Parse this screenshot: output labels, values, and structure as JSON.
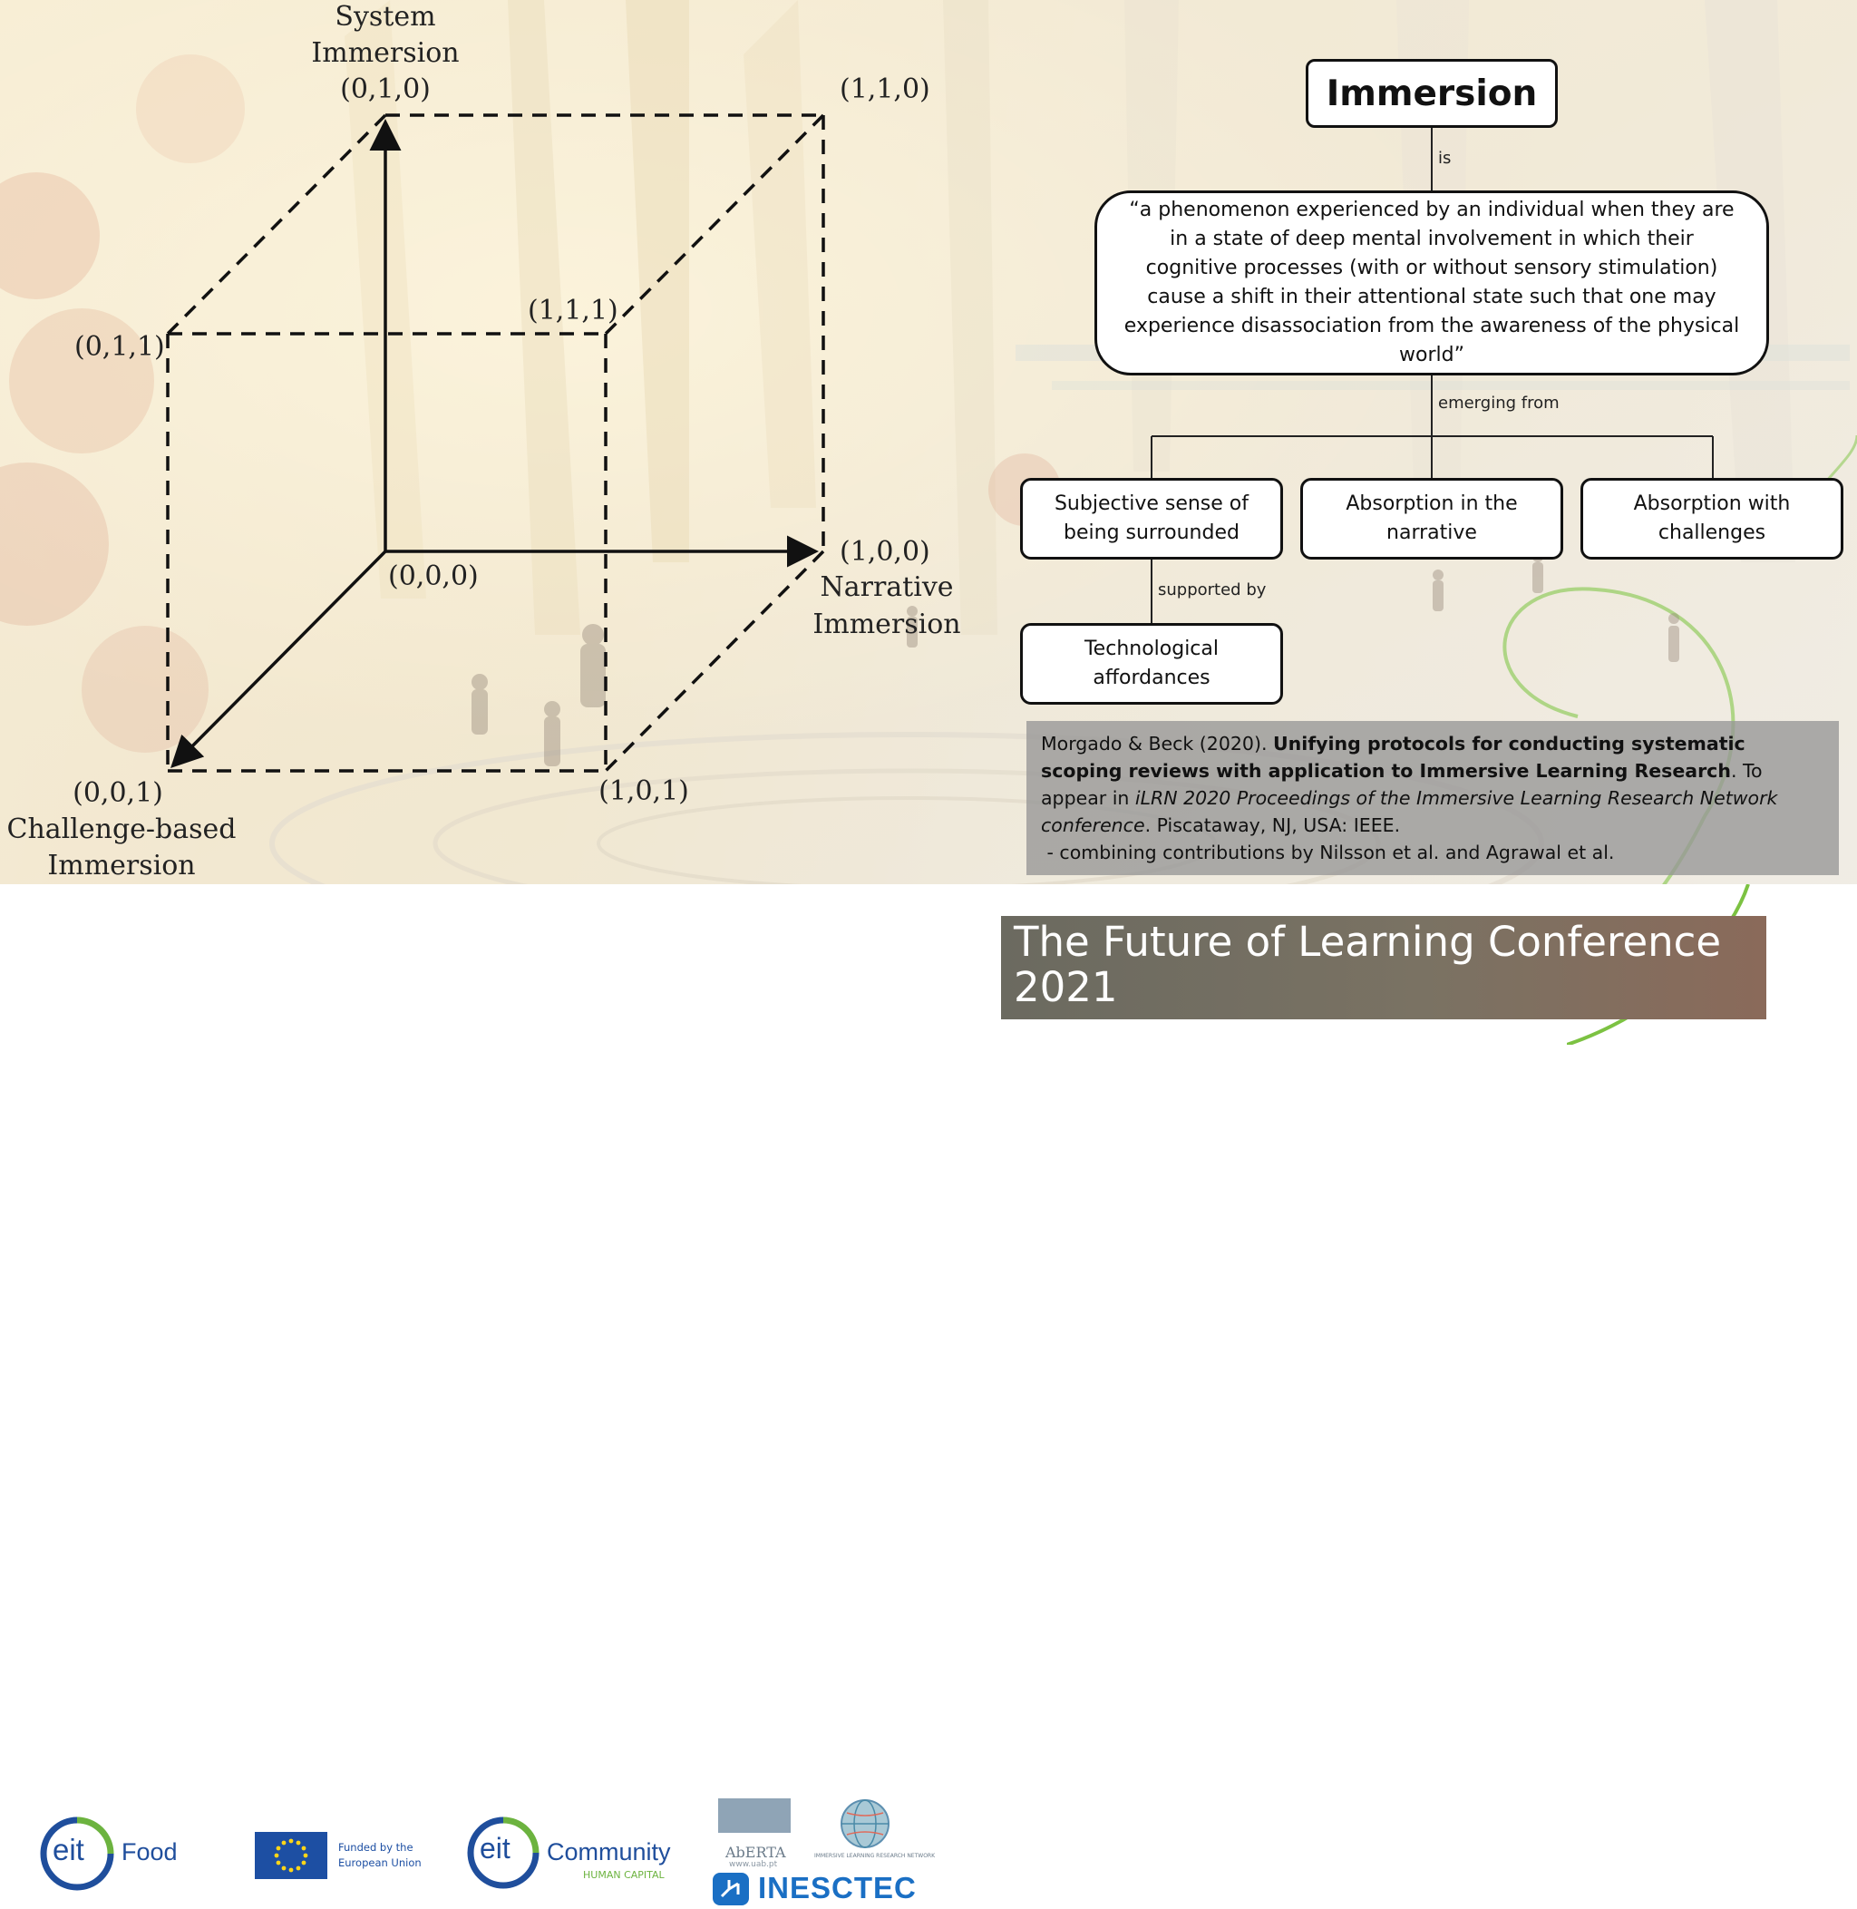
{
  "cube": {
    "axis_y_title_line1": "System",
    "axis_y_title_line2": "Immersion",
    "axis_x_title_line1": "Narrative",
    "axis_x_title_line2": "Immersion",
    "axis_z_title_line1": "Challenge-based",
    "axis_z_title_line2": "Immersion",
    "vertex_010": "(0,1,0)",
    "vertex_110": "(1,1,0)",
    "vertex_011": "(0,1,1)",
    "vertex_111": "(1,1,1)",
    "vertex_000": "(0,0,0)",
    "vertex_100": "(1,0,0)",
    "vertex_001": "(0,0,1)",
    "vertex_101": "(1,0,1)"
  },
  "concept_map": {
    "root": "Immersion",
    "edge_is": "is",
    "definition": "“a phenomenon experienced by an individual when they are in a state of deep mental involvement in which their cognitive processes (with or without sensory stimulation) cause a shift in their attentional state such that one may experience disassociation from the awareness of the physical world”",
    "edge_emerging": "emerging from",
    "child_1": "Subjective sense of being surrounded",
    "child_2": "Absorption in the narrative",
    "child_3": "Absorption with challenges",
    "edge_supported": "supported by",
    "leaf": "Technological affordances"
  },
  "reference": {
    "authors": "Morgado & Beck (2020). ",
    "title": "Unifying protocols for conducting systematic scoping reviews with application to Immersive Learning Research",
    "after_title": ". To appear in ",
    "venue": "iLRN 2020 Proceedings of the Immersive Learning Research Network conference",
    "publisher": ". Piscataway, NJ, USA: IEEE.",
    "note": " - combining contributions by Nilsson et al. and Agrawal et al."
  },
  "footer": {
    "eit_food_mark": "eit",
    "eit_food_word": "Food",
    "eu_text_line1": "Funded by the",
    "eu_text_line2": "European Union",
    "eit_comm_mark": "eit",
    "eit_comm_word": "Community",
    "eit_comm_sub": "HUMAN CAPITAL",
    "aberta_name": "AbERTA",
    "aberta_url": "www.uab.pt",
    "ilrn_text": "IMMERSIVE LEARNING RESEARCH NETWORK",
    "inesctec": "INESCTEC",
    "conference_line1": "The Future of Learning Conference",
    "conference_line2": "2021"
  },
  "colors": {
    "box_border": "#111111",
    "reference_bg": "#969696",
    "eit_blue": "#1f4e9c",
    "eit_green": "#6cb33f",
    "eu_blue": "#1d4fa3",
    "eu_yellow": "#ffd617",
    "inesctec_blue": "#1a6fc4",
    "accent_green": "#7cc242"
  }
}
